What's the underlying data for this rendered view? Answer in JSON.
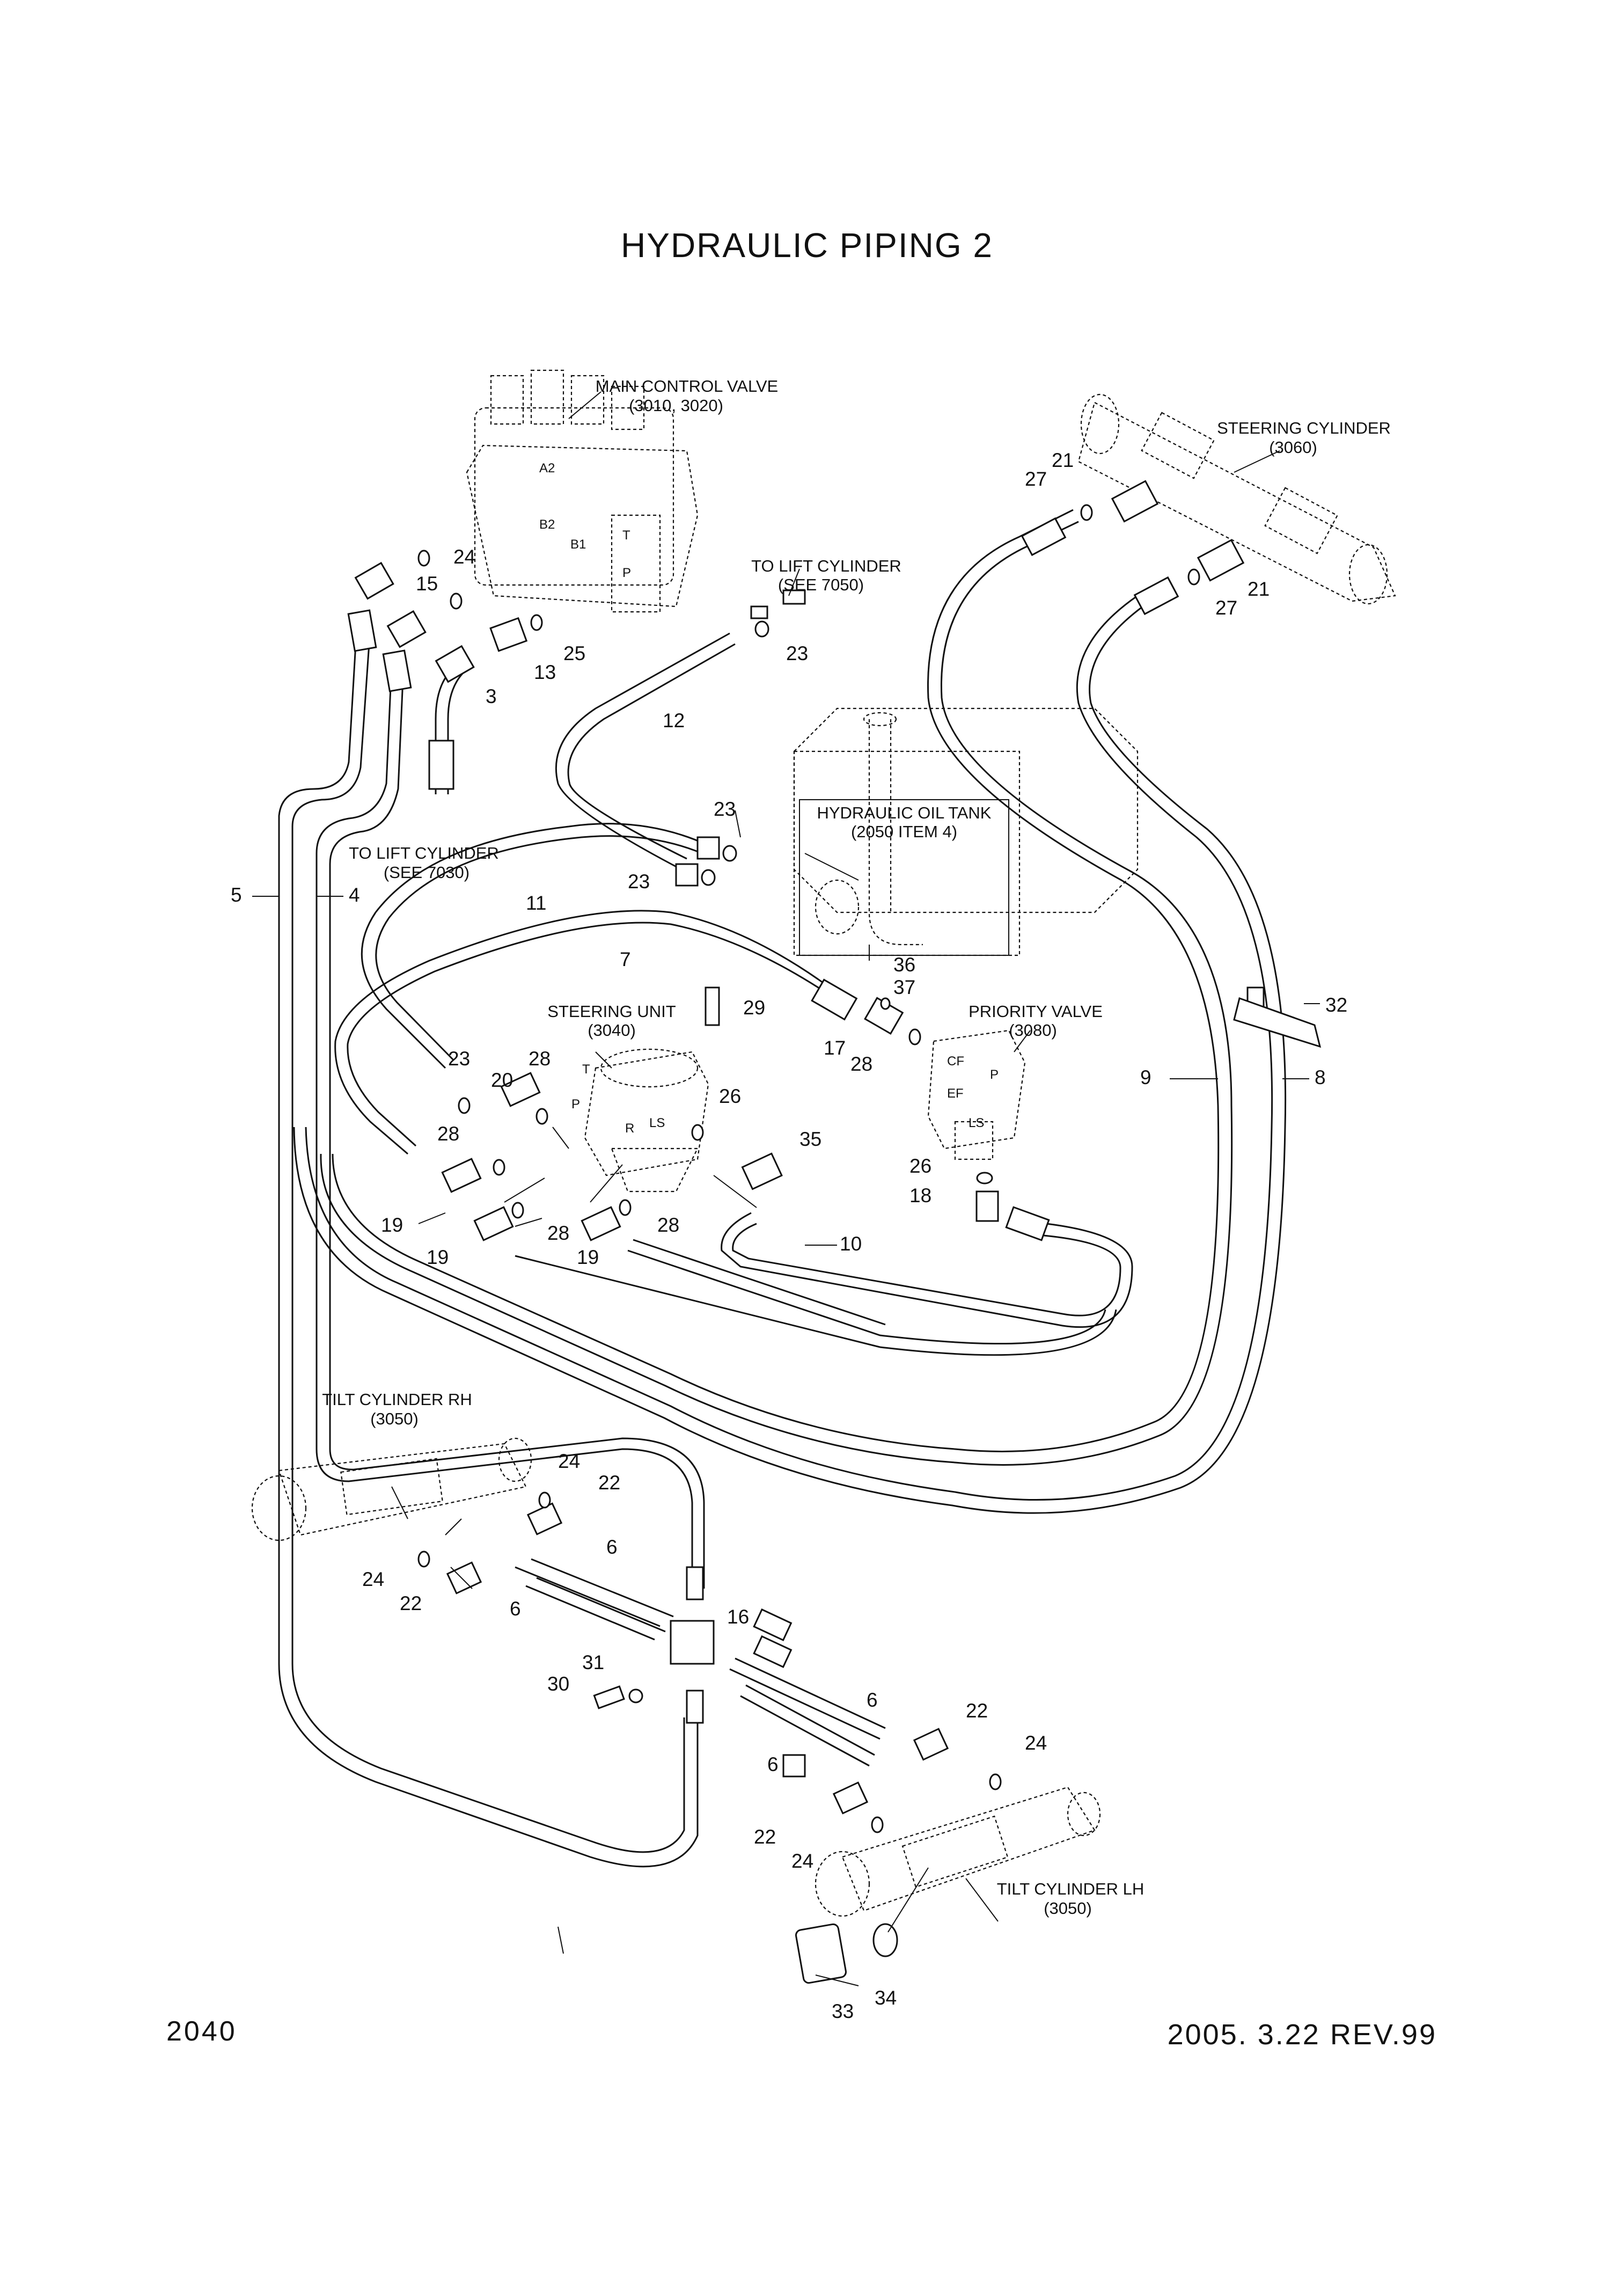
{
  "title": "HYDRAULIC PIPING 2",
  "page_number": "2040",
  "revision": "2005. 3.22 REV.99",
  "callouts": {
    "main_control_valve": [
      "MAIN CONTROL VALVE",
      "(3010, 3020)"
    ],
    "steering_cylinder": [
      "STEERING CYLINDER",
      "(3060)"
    ],
    "to_lift_cylinder_7050": [
      "TO LIFT CYLINDER",
      "(SEE 7050)"
    ],
    "hydraulic_oil_tank": [
      "HYDRAULIC OIL TANK",
      "(2050 ITEM 4)"
    ],
    "to_lift_cylinder_7030": [
      "TO LIFT CYLINDER",
      "(SEE 7030)"
    ],
    "steering_unit": [
      "STEERING UNIT",
      "(3040)"
    ],
    "priority_valve": [
      "PRIORITY VALVE",
      "(3080)"
    ],
    "tilt_cylinder_rh": [
      "TILT CYLINDER RH",
      "(3050)"
    ],
    "tilt_cylinder_lh": [
      "TILT CYLINDER LH",
      "(3050)"
    ]
  },
  "port_labels": {
    "a2": "A2",
    "b2": "B2",
    "b1": "B1",
    "t": "T",
    "p": "P",
    "su_t": "T",
    "su_p": "P",
    "su_r": "R",
    "su_ls": "LS",
    "pv_cf": "CF",
    "pv_ef": "EF",
    "pv_p": "P",
    "pv_ls": "LS"
  },
  "part_numbers": {
    "n24a": "24",
    "n15": "15",
    "n25": "25",
    "n13": "13",
    "n3": "3",
    "n27a": "27",
    "n21a": "21",
    "n21b": "21",
    "n27b": "27",
    "n23a": "23",
    "n12": "12",
    "n23b": "23",
    "n23c": "23",
    "n11": "11",
    "n5": "5",
    "n4": "4",
    "n7": "7",
    "n36": "36",
    "n37": "37",
    "n29": "29",
    "n17": "17",
    "n28a": "28",
    "n32": "32",
    "n23d": "23",
    "n28b": "28",
    "n20": "20",
    "n26a": "26",
    "n9": "9",
    "n8": "8",
    "n28c": "28",
    "n35": "35",
    "n26b": "26",
    "n18": "18",
    "n19a": "19",
    "n28d": "28",
    "n28e": "28",
    "n19b": "19",
    "n19c": "19",
    "n10": "10",
    "n24b": "24",
    "n22a": "22",
    "n6a": "6",
    "n24c": "24",
    "n22b": "22",
    "n6b": "6",
    "n16": "16",
    "n31": "31",
    "n30": "30",
    "n6c": "6",
    "n22c": "22",
    "n6d": "6",
    "n24d": "24",
    "n22d": "22",
    "n24e": "24",
    "n33": "33",
    "n34": "34"
  }
}
